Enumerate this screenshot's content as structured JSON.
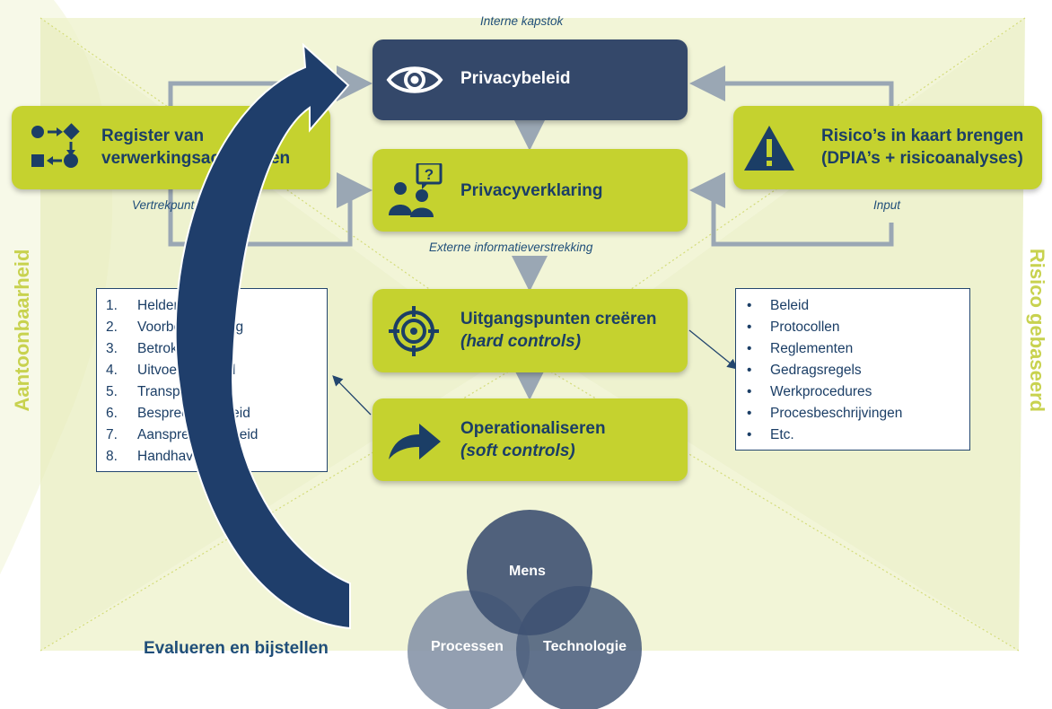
{
  "center": {
    "top_caption": "Interne kapstok",
    "policy": "Privacybeleid",
    "statement": "Privacyverklaring",
    "statement_caption": "Externe informatieverstrekking",
    "hard_controls_line1": "Uitgangspunten creëren",
    "hard_controls_line2": "(hard controls)",
    "soft_controls_line1": "Operationaliseren",
    "soft_controls_line2": "(soft controls)"
  },
  "left": {
    "register_line1": "Register van",
    "register_line2": "verwerkingsactiviteiten",
    "caption": "Vertrekpunt",
    "side_label": "Aantoonbaarheid"
  },
  "right": {
    "risk_line1": "Risico’s in kaart brengen",
    "risk_line2": "(DPIA’s + risicoanalyses)",
    "caption": "Input",
    "side_label": "Risico gebaseerd"
  },
  "soft_control_list": [
    {
      "n": "1.",
      "text": "Helderheid"
    },
    {
      "n": "2.",
      "text": "Voorbeeldgedrag"
    },
    {
      "n": "3.",
      "text": "Betrokkenheid"
    },
    {
      "n": "4.",
      "text": "Uitvoerbaarheid"
    },
    {
      "n": "5.",
      "text": "Transparantie"
    },
    {
      "n": "6.",
      "text": "Bespreekbaarheid"
    },
    {
      "n": "7.",
      "text": "Aanspreekbaarheid"
    },
    {
      "n": "8.",
      "text": "Handhaving"
    }
  ],
  "hard_control_list": [
    "Beleid",
    "Protocollen",
    "Reglementen",
    "Gedragsregels",
    "Werkprocedures",
    "Procesbeschrijvingen",
    "Etc."
  ],
  "venn": {
    "top": "Mens",
    "left": "Processen",
    "right": "Technologie"
  },
  "evaluate_label": "Evalueren en bijstellen",
  "colors": {
    "lime": "#c5d22f",
    "navy": "#34486a",
    "text_blue": "#1f4e79",
    "connector_gray": "#9aa7b4"
  },
  "icons": [
    "process-flow-icon",
    "eye-icon",
    "people-question-icon",
    "warning-triangle-icon",
    "target-icon",
    "share-arrow-icon",
    "curved-arrow"
  ]
}
